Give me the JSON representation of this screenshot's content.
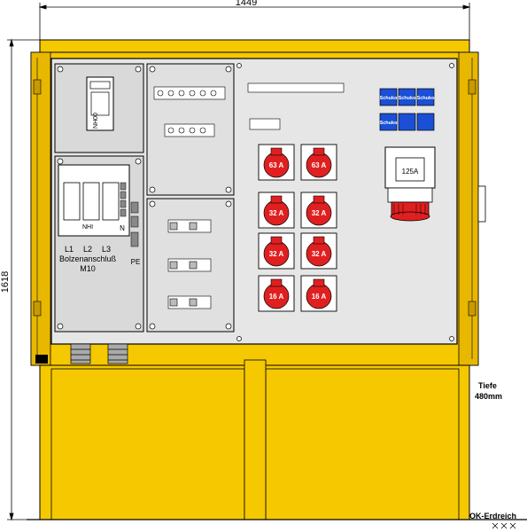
{
  "dimensions": {
    "width": "1449",
    "height": "1618"
  },
  "depth": {
    "label": "Tiefe",
    "value": "480mm"
  },
  "ground": {
    "label": "OK-Erdreich"
  },
  "fuse_top": {
    "label": "NH00"
  },
  "fuse_main": {
    "label": "NHI"
  },
  "phases": [
    "L1",
    "L2",
    "L3"
  ],
  "bolt": {
    "label": "Bolzenanschluß",
    "size": "M10"
  },
  "neutral": "N",
  "pe": "PE",
  "schuko_label": "Schuko",
  "socket_labels": [
    "63 A",
    "63 A",
    "32 A",
    "32 A",
    "32 A",
    "32 A",
    "16 A",
    "16 A"
  ],
  "big_socket": {
    "label": "125A"
  },
  "colors": {
    "housing": "#f5c800",
    "housing_dark": "#d9a800",
    "panel": "#e6e6e6",
    "socket_red": "#e02020",
    "schuko_blue": "#1a4fd6"
  }
}
